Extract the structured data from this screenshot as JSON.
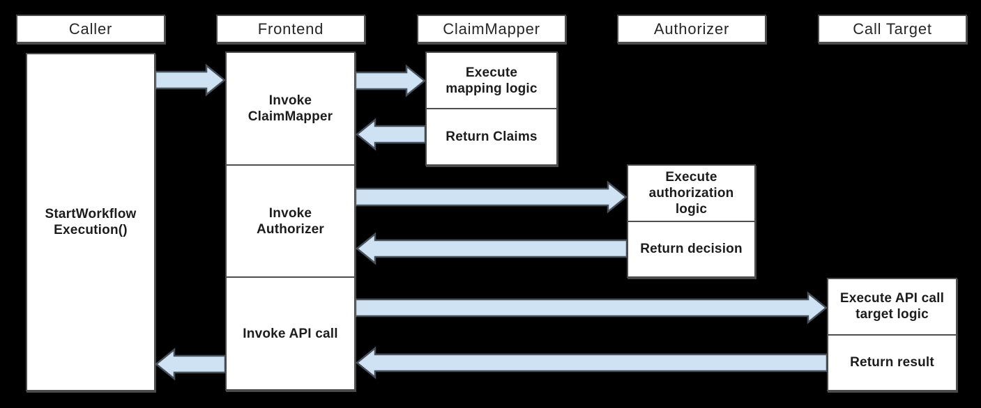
{
  "diagram": {
    "type": "sequence-workflow-diagram",
    "colors": {
      "background": "#000000",
      "box_fill": "#ffffff",
      "box_border": "#4d4d4d",
      "arrow_fill": "#cfe2f3",
      "arrow_border": "#47505a",
      "text": "#1c1c1c"
    },
    "actors": [
      {
        "header": "Caller",
        "tasks": [
          {
            "label": "StartWorkflow\nExecution()"
          }
        ]
      },
      {
        "header": "Frontend",
        "tasks": [
          {
            "label": "Invoke\nClaimMapper"
          },
          {
            "label": "Invoke\nAuthorizer"
          },
          {
            "label": "Invoke API call"
          }
        ]
      },
      {
        "header": "ClaimMapper",
        "tasks": [
          {
            "label": "Execute\nmapping logic"
          },
          {
            "label": "Return Claims"
          }
        ]
      },
      {
        "header": "Authorizer",
        "tasks": [
          {
            "label": "Execute\nauthorization\nlogic"
          },
          {
            "label": "Return decision"
          }
        ]
      },
      {
        "header": "Call Target",
        "tasks": [
          {
            "label": "Execute API call\ntarget logic"
          },
          {
            "label": "Return result"
          }
        ]
      }
    ],
    "messages": [
      {
        "from": "Caller",
        "to": "Frontend",
        "direction": "right"
      },
      {
        "from": "Frontend",
        "to": "ClaimMapper",
        "direction": "right"
      },
      {
        "from": "ClaimMapper",
        "to": "Frontend",
        "direction": "left"
      },
      {
        "from": "Frontend",
        "to": "Authorizer",
        "direction": "right"
      },
      {
        "from": "Authorizer",
        "to": "Frontend",
        "direction": "left"
      },
      {
        "from": "Frontend",
        "to": "Call Target",
        "direction": "right"
      },
      {
        "from": "Call Target",
        "to": "Frontend",
        "direction": "left"
      },
      {
        "from": "Frontend",
        "to": "Caller",
        "direction": "left"
      }
    ]
  }
}
